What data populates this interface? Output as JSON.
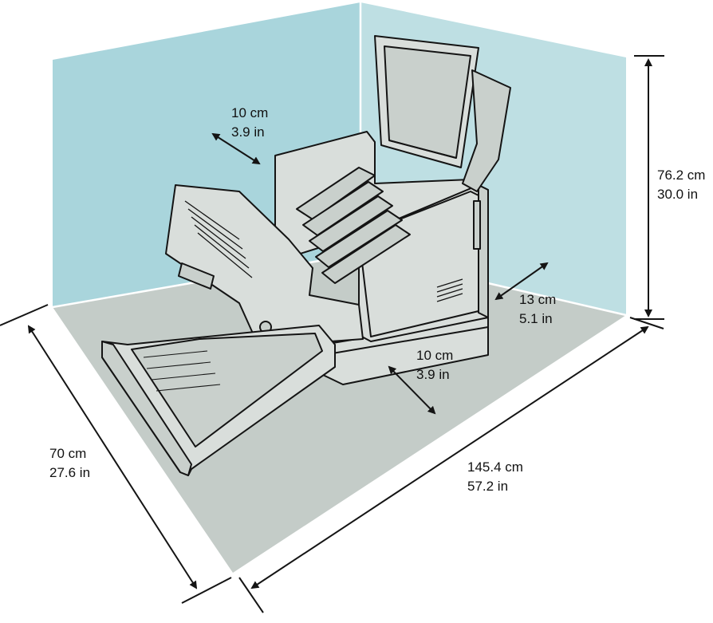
{
  "colors": {
    "back_wall": "#a9d5dc",
    "side_wall": "#bedfe3",
    "floor": "#c4ccc8",
    "printer_body": "#d9dedb",
    "printer_panel": "#c9d0cc",
    "outline": "#141414"
  },
  "dimensions": {
    "top_clearance": {
      "metric": "10 cm",
      "imperial": "3.9 in"
    },
    "height": {
      "metric": "76.2 cm",
      "imperial": "30.0 in"
    },
    "right_clearance": {
      "metric": "13 cm",
      "imperial": "5.1 in"
    },
    "front_clearance": {
      "metric": "10 cm",
      "imperial": "3.9 in"
    },
    "depth": {
      "metric": "70 cm",
      "imperial": "27.6 in"
    },
    "width": {
      "metric": "145.4 cm",
      "imperial": "57.2 in"
    }
  }
}
